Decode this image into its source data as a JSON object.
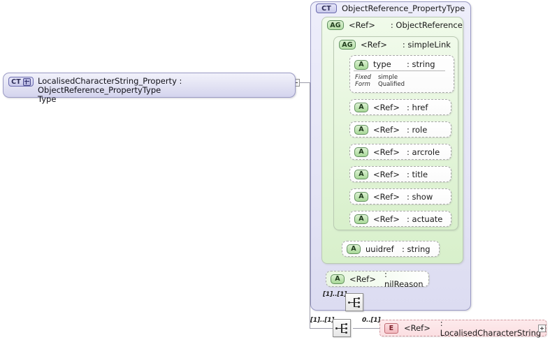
{
  "diagram": {
    "title": "ObjectReference_PropertyType",
    "root": {
      "badge": "CT",
      "label": "LocalisedCharacterString_Property : ObjectReference_PropertyType Type",
      "label_line1": "LocalisedCharacterString_Property : ObjectReference_PropertyType",
      "label_line2": "Type",
      "icon": "ct-plus-badge"
    },
    "complex_type": {
      "badge": "CT",
      "name": "ObjectReference_PropertyType"
    },
    "attribute_group_outer": {
      "badge": "AG",
      "ref": "<Ref>",
      "name": ": ObjectReference"
    },
    "attribute_group_inner": {
      "badge": "AG",
      "ref": "<Ref>",
      "name": ": simpleLink"
    },
    "attributes_simplelink": [
      {
        "badge": "A",
        "name": "type",
        "type": ": string",
        "has_facets": true
      },
      {
        "badge": "A",
        "name": "<Ref>",
        "type": ": href",
        "has_facets": false
      },
      {
        "badge": "A",
        "name": "<Ref>",
        "type": ": role",
        "has_facets": false
      },
      {
        "badge": "A",
        "name": "<Ref>",
        "type": ": arcrole",
        "has_facets": false
      },
      {
        "badge": "A",
        "name": "<Ref>",
        "type": ": title",
        "has_facets": false
      },
      {
        "badge": "A",
        "name": "<Ref>",
        "type": ": show",
        "has_facets": false
      },
      {
        "badge": "A",
        "name": "<Ref>",
        "type": ": actuate",
        "has_facets": false
      }
    ],
    "facets": [
      {
        "key": "Fixed",
        "value": "simple"
      },
      {
        "key": "Form",
        "value": "Qualified"
      }
    ],
    "attribute_uuidref": {
      "badge": "A",
      "name": "uuidref",
      "type": ": string"
    },
    "attribute_nilreason": {
      "badge": "A",
      "name": "<Ref>",
      "type": ": nilReason"
    },
    "sequence_inner": {
      "icon": "sequence-icon",
      "cardinality": "[1]..[1]"
    },
    "sequence_outer": {
      "icon": "sequence-icon",
      "cardinality": "[1]..[1]"
    },
    "element_ref": {
      "badge": "E",
      "ref": "<Ref>",
      "name": ": LocalisedCharacterString",
      "cardinality": "0..[1]",
      "expand_icon": "plus-box-icon"
    },
    "root_toggle": {
      "icon": "minus-box-icon"
    },
    "colors": {
      "complex_type_fill": "#e4e4f5",
      "complex_type_border": "#9a9ac4",
      "attribute_group_fill": "#e2f4d8",
      "attribute_group_border": "#b9c9b2",
      "element_fill": "#fbdfe2",
      "element_border": "#d09aa0",
      "connector": "#9a9aa8"
    }
  }
}
